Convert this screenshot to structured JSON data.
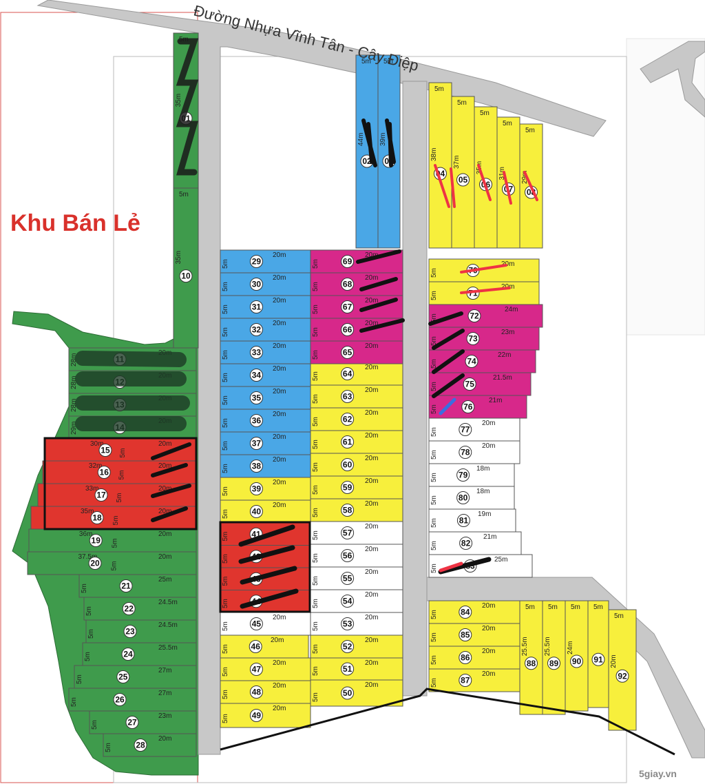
{
  "title": "Khu Bán Lẻ",
  "road": "Đường Nhựa Vĩnh Tân - Cây Điệp",
  "watermark": "5giay.vn",
  "colors": {
    "green": "#3f9b4c",
    "blue": "#4aa7e6",
    "magenta": "#d7288a",
    "yellow": "#f7ef3c",
    "red": "#e0352e",
    "white": "#ffffff",
    "road": "#c8c8c8"
  },
  "lots": {
    "01": {
      "num": "01",
      "dims": [
        "5m",
        "35m"
      ]
    },
    "02": {
      "num": "02",
      "dims": [
        "5m",
        "44m"
      ]
    },
    "03": {
      "num": "03",
      "dims": [
        "5m",
        "39m"
      ]
    },
    "04": {
      "num": "04",
      "dims": [
        "5m",
        "38m"
      ]
    },
    "05": {
      "num": "05",
      "dims": [
        "5m",
        "37m"
      ]
    },
    "06": {
      "num": "06",
      "dims": [
        "5m",
        "35m"
      ]
    },
    "07": {
      "num": "07",
      "dims": [
        "5m",
        "31m"
      ]
    },
    "08": {
      "num": "08",
      "dims": [
        "5m",
        "29m"
      ]
    },
    "10": {
      "num": "10",
      "dims": [
        "5m",
        "35m"
      ]
    },
    "11": {
      "num": "11",
      "dims": [
        "28m",
        "20m"
      ]
    },
    "12": {
      "num": "12",
      "dims": [
        "28m",
        "20m"
      ]
    },
    "13": {
      "num": "13",
      "dims": [
        "28m",
        "20m"
      ]
    },
    "14": {
      "num": "14",
      "dims": [
        "29m",
        "20m"
      ]
    },
    "15": {
      "num": "15",
      "dims": [
        "30m",
        "5m",
        "20m"
      ]
    },
    "16": {
      "num": "16",
      "dims": [
        "32m",
        "5m",
        "20m"
      ]
    },
    "17": {
      "num": "17",
      "dims": [
        "33m",
        "5m",
        "20m"
      ]
    },
    "18": {
      "num": "18",
      "dims": [
        "35m",
        "5m",
        "20m"
      ]
    },
    "19": {
      "num": "19",
      "dims": [
        "36m",
        "5m",
        "20m"
      ]
    },
    "20": {
      "num": "20",
      "dims": [
        "37.5m",
        "5m",
        "20m"
      ]
    },
    "21": {
      "num": "21",
      "dims": [
        "5m",
        "25m"
      ]
    },
    "22": {
      "num": "22",
      "dims": [
        "5m",
        "24.5m"
      ]
    },
    "23": {
      "num": "23",
      "dims": [
        "5m",
        "24.5m"
      ]
    },
    "24": {
      "num": "24",
      "dims": [
        "5m",
        "25.5m"
      ]
    },
    "25": {
      "num": "25",
      "dims": [
        "5m",
        "27m"
      ]
    },
    "26": {
      "num": "26",
      "dims": [
        "5m",
        "27m"
      ]
    },
    "27": {
      "num": "27",
      "dims": [
        "5m",
        "23m"
      ]
    },
    "28": {
      "num": "28",
      "dims": [
        "5m",
        "20m"
      ]
    },
    "29": {
      "num": "29",
      "dims": [
        "5m",
        "20m"
      ]
    },
    "30": {
      "num": "30",
      "dims": [
        "5m",
        "20m"
      ]
    },
    "31": {
      "num": "31",
      "dims": [
        "5m",
        "20m"
      ]
    },
    "32": {
      "num": "32",
      "dims": [
        "5m",
        "20m"
      ]
    },
    "33": {
      "num": "33",
      "dims": [
        "5m",
        "20m"
      ]
    },
    "34": {
      "num": "34",
      "dims": [
        "5m",
        "20m"
      ]
    },
    "35": {
      "num": "35",
      "dims": [
        "5m",
        "20m"
      ]
    },
    "36": {
      "num": "36",
      "dims": [
        "5m",
        "20m"
      ]
    },
    "37": {
      "num": "37",
      "dims": [
        "5m",
        "20m"
      ]
    },
    "38": {
      "num": "38",
      "dims": [
        "5m",
        "20m"
      ]
    },
    "39": {
      "num": "39",
      "dims": [
        "5m",
        "20m"
      ]
    },
    "40": {
      "num": "40",
      "dims": [
        "5m",
        "20m"
      ]
    },
    "41": {
      "num": "41",
      "dims": [
        "5m"
      ]
    },
    "42": {
      "num": "42",
      "dims": [
        "5m"
      ]
    },
    "43": {
      "num": "43",
      "dims": [
        "5m"
      ]
    },
    "44": {
      "num": "44",
      "dims": [
        "5m"
      ]
    },
    "45": {
      "num": "45",
      "dims": [
        "5m",
        "20m"
      ]
    },
    "46": {
      "num": "46",
      "dims": [
        "5m",
        "20m"
      ]
    },
    "47": {
      "num": "47",
      "dims": [
        "5m",
        "20m"
      ]
    },
    "48": {
      "num": "48",
      "dims": [
        "5m",
        "20m"
      ]
    },
    "49": {
      "num": "49",
      "dims": [
        "5m",
        "20m"
      ]
    },
    "50": {
      "num": "50",
      "dims": [
        "5m",
        "20m"
      ]
    },
    "51": {
      "num": "51",
      "dims": [
        "5m",
        "20m"
      ]
    },
    "52": {
      "num": "52",
      "dims": [
        "5m",
        "20m"
      ]
    },
    "53": {
      "num": "53",
      "dims": [
        "5m",
        "20m"
      ]
    },
    "54": {
      "num": "54",
      "dims": [
        "5m",
        "20m"
      ]
    },
    "55": {
      "num": "55",
      "dims": [
        "5m",
        "20m"
      ]
    },
    "56": {
      "num": "56",
      "dims": [
        "5m",
        "20m"
      ]
    },
    "57": {
      "num": "57",
      "dims": [
        "5m",
        "20m"
      ]
    },
    "58": {
      "num": "58",
      "dims": [
        "5m",
        "20m"
      ]
    },
    "59": {
      "num": "59",
      "dims": [
        "5m",
        "20m"
      ]
    },
    "60": {
      "num": "60",
      "dims": [
        "5m",
        "20m"
      ]
    },
    "61": {
      "num": "61",
      "dims": [
        "5m",
        "20m"
      ]
    },
    "62": {
      "num": "62",
      "dims": [
        "5m",
        "20m"
      ]
    },
    "63": {
      "num": "63",
      "dims": [
        "5m",
        "20m"
      ]
    },
    "64": {
      "num": "64",
      "dims": [
        "5m",
        "20m"
      ]
    },
    "65": {
      "num": "65",
      "dims": [
        "5m",
        "20m"
      ]
    },
    "66": {
      "num": "66",
      "dims": [
        "5m",
        "20m"
      ]
    },
    "67": {
      "num": "67",
      "dims": [
        "5m",
        "20m"
      ]
    },
    "68": {
      "num": "68",
      "dims": [
        "5m",
        "20m"
      ]
    },
    "69": {
      "num": "69",
      "dims": [
        "5m",
        "20m"
      ]
    },
    "70": {
      "num": "70",
      "dims": [
        "5m",
        "20m"
      ]
    },
    "71": {
      "num": "71",
      "dims": [
        "5m",
        "20m"
      ]
    },
    "72": {
      "num": "72",
      "dims": [
        "5m",
        "24m"
      ]
    },
    "73": {
      "num": "73",
      "dims": [
        "5m",
        "23m"
      ]
    },
    "74": {
      "num": "74",
      "dims": [
        "5m",
        "22m"
      ]
    },
    "75": {
      "num": "75",
      "dims": [
        "5m",
        "21.5m"
      ]
    },
    "76": {
      "num": "76",
      "dims": [
        "5m",
        "21m"
      ]
    },
    "77": {
      "num": "77",
      "dims": [
        "5m",
        "20m"
      ]
    },
    "78": {
      "num": "78",
      "dims": [
        "5m",
        "20m"
      ]
    },
    "79": {
      "num": "79",
      "dims": [
        "5m",
        "18m"
      ]
    },
    "80": {
      "num": "80",
      "dims": [
        "5m",
        "18m"
      ]
    },
    "81": {
      "num": "81",
      "dims": [
        "5m",
        "19m"
      ]
    },
    "82": {
      "num": "82",
      "dims": [
        "5m",
        "21m"
      ]
    },
    "83": {
      "num": "83",
      "dims": [
        "5m",
        "25m"
      ]
    },
    "84": {
      "num": "84",
      "dims": [
        "5m",
        "20m"
      ]
    },
    "85": {
      "num": "85",
      "dims": [
        "5m",
        "20m"
      ]
    },
    "86": {
      "num": "86",
      "dims": [
        "5m",
        "20m"
      ]
    },
    "87": {
      "num": "87",
      "dims": [
        "5m",
        "20m"
      ]
    },
    "88": {
      "num": "88",
      "dims": [
        "5m",
        "25.5m"
      ]
    },
    "89": {
      "num": "89",
      "dims": [
        "5m",
        "25.5m"
      ]
    },
    "90": {
      "num": "90",
      "dims": [
        "5m",
        "24m"
      ]
    },
    "91": {
      "num": "91",
      "dims": [
        "5m"
      ]
    },
    "92": {
      "num": "92",
      "dims": [
        "5m",
        "20m"
      ]
    }
  }
}
